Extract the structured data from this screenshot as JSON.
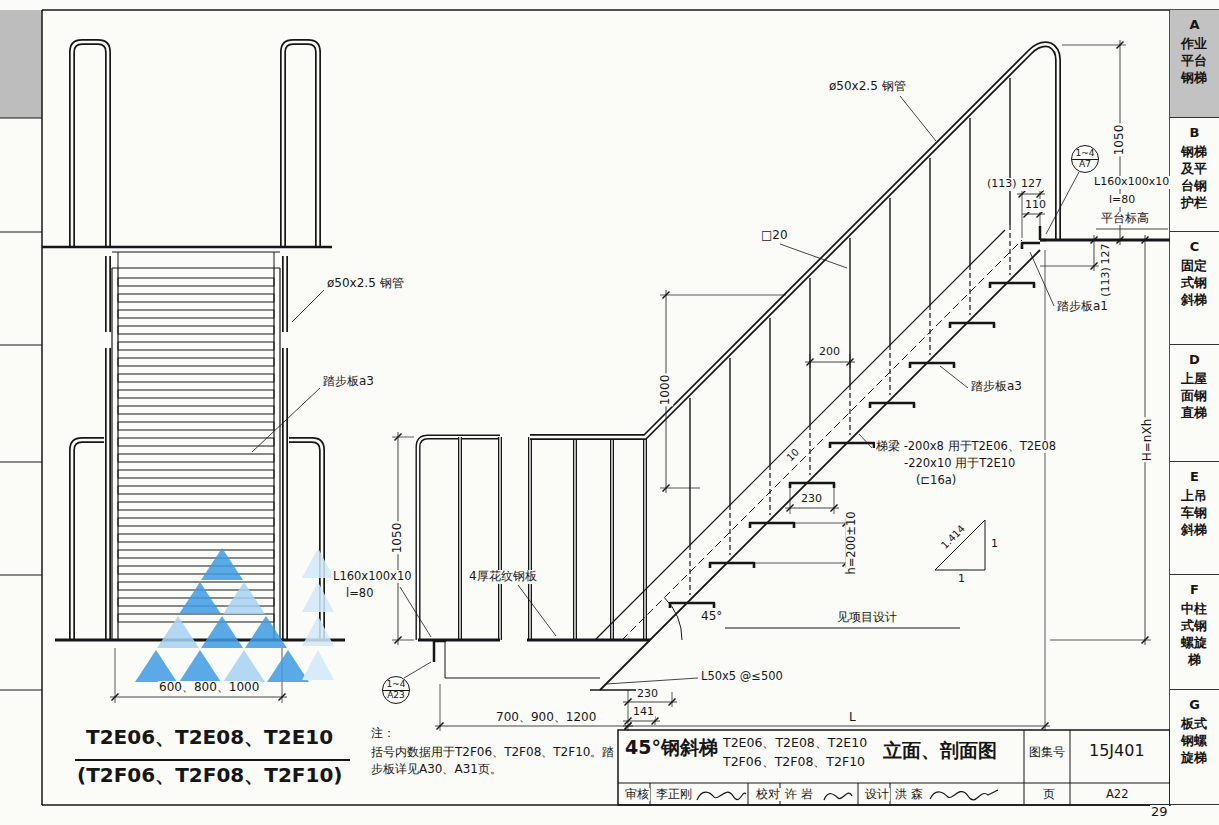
{
  "diagram": {
    "nodes": [
      {
        "text": [
          "1~4",
          "A7"
        ]
      },
      {
        "text": [
          "1~4",
          "A23"
        ]
      },
      {
        "text": [
          "A",
          "作业平台钢梯"
        ]
      },
      {
        "text": [
          "B",
          "钢梯及平台钢护栏"
        ]
      },
      {
        "text": [
          "C",
          "固定式钢斜梯"
        ]
      },
      {
        "text": [
          "D",
          "上屋面钢直梯"
        ]
      },
      {
        "text": [
          "E",
          "上吊车钢斜梯"
        ]
      },
      {
        "text": [
          "F",
          "中柱式钢螺旋梯"
        ]
      },
      {
        "text": [
          "G",
          "板式钢螺旋梯"
        ]
      }
    ],
    "labels": [
      "ø50x2.5 钢管",
      "踏步板a3",
      "600、800、1000",
      "T2E06、T2E08、T2E10",
      "(T2F06、T2F08、T2F10)",
      "ø50x2.5 钢管",
      "□20",
      "1050",
      "(113)",
      "127",
      "110",
      "L160x100x10",
      "l=80",
      "平台标高",
      "127",
      "(113)",
      "踏步板a1",
      "200",
      "1000",
      "踏步板a3",
      "梯梁 -200x8 用于T2E06、T2E08",
      "-220x10 用于T2E10",
      "(⊏16a)",
      "10",
      "230",
      "h=200±10",
      "1.414",
      "1",
      "1",
      "1050",
      "L160x100x10",
      "l=80",
      "4厚花纹钢板",
      "见项目设计",
      "45°",
      "L50x5 @≤500",
      "230",
      "141",
      "700、900、1200",
      "L",
      "H=nXh",
      "注：",
      "括号内数据用于T2F06、T2F08、T2F10。踏步板详见A30、A31页。",
      "45°钢斜梯",
      "T2E06、T2E08、T2E10",
      "T2F06、T2F08、T2F10",
      "立面、剖面图",
      "图集号",
      "15J401",
      "审核",
      "李正刚",
      "校对",
      "许 岩",
      "设计",
      "洪 森",
      "页",
      "A22",
      "29"
    ]
  }
}
